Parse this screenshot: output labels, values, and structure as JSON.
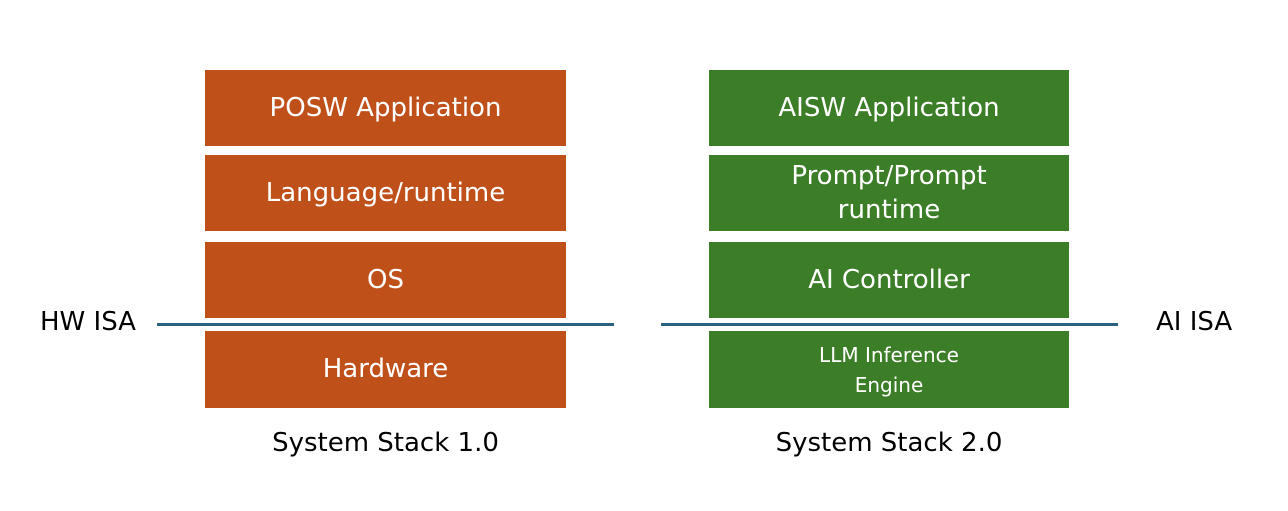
{
  "colors": {
    "stack1_fill": "#C0501A",
    "stack2_fill": "#3C7D27",
    "isa_line": "#2B5F7F"
  },
  "stack1": {
    "caption": "System Stack 1.0",
    "layers": [
      "POSW Application",
      "Language/runtime",
      "OS",
      "Hardware"
    ]
  },
  "stack2": {
    "caption": "System Stack 2.0",
    "layers": [
      "AISW Application",
      "Prompt/Prompt runtime",
      "AI Controller",
      "LLM Inference Engine"
    ]
  },
  "isa": {
    "left_label": "HW ISA",
    "right_label": "AI ISA"
  }
}
